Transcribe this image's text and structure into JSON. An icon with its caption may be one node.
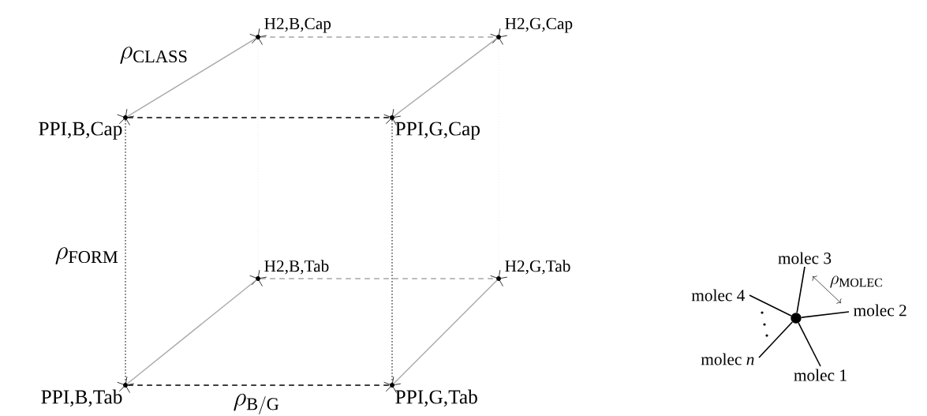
{
  "diagram": {
    "nodes": [
      {
        "text": [
          "H2,B,Cap"
        ]
      },
      {
        "text": [
          "H2,G,Cap"
        ]
      },
      {
        "text": [
          "PPI,B,Cap"
        ]
      },
      {
        "text": [
          "PPI,G,Cap"
        ]
      },
      {
        "text": [
          "H2,B,Tab"
        ]
      },
      {
        "text": [
          "H2,G,Tab"
        ]
      },
      {
        "text": [
          "PPI,B,Tab"
        ]
      },
      {
        "text": [
          "PPI,G,Tab"
        ]
      },
      {
        "text": [
          "molec 3"
        ]
      },
      {
        "text": [
          "molec 4"
        ]
      },
      {
        "text": [
          "molec 2"
        ]
      },
      {
        "text": [],
        "shape": "circle"
      },
      {
        "text": [
          "molec *n*"
        ]
      },
      {
        "text": [
          "molec 1"
        ]
      }
    ],
    "edges": [
      {
        "from": 0,
        "to": 1,
        "arrow": "none",
        "style": "dashed",
        "color": "#555555"
      },
      {
        "from": 2,
        "to": 0,
        "arrow": "none",
        "color": "#aaaaaa",
        "label": "\\rho_{\\mathrm{CLASS}}"
      },
      {
        "from": 3,
        "to": 1,
        "arrow": "none",
        "color": "#aaaaaa"
      },
      {
        "from": 2,
        "to": 3,
        "arrow": "none",
        "style": "dashed"
      },
      {
        "from": 0,
        "to": 4,
        "arrow": "none",
        "style": "dashed",
        "color": "#dddddd"
      },
      {
        "from": 1,
        "to": 5,
        "arrow": "none",
        "style": "dashed",
        "color": "#dddddd"
      },
      {
        "from": 2,
        "to": 6,
        "arrow": "none",
        "style": "dashed",
        "label": "\\rho_{\\mathrm{FORM}}"
      },
      {
        "from": 3,
        "to": 7,
        "arrow": "none",
        "style": "dashed"
      },
      {
        "from": 4,
        "to": 5,
        "arrow": "none",
        "style": "dashed",
        "color": "#555555"
      },
      {
        "from": 6,
        "to": 4,
        "arrow": "none",
        "color": "#aaaaaa"
      },
      {
        "from": 7,
        "to": 5,
        "arrow": "none",
        "color": "#aaaaaa"
      },
      {
        "from": 6,
        "to": 7,
        "arrow": "none",
        "style": "dashed",
        "label": "\\rho_{\\mathrm{B/G}}"
      },
      {
        "from": 11,
        "to": 8,
        "arrow": "none"
      },
      {
        "from": 11,
        "to": 10,
        "arrow": "none"
      },
      {
        "from": 11,
        "to": 9,
        "arrow": "none"
      },
      {
        "from": 11,
        "to": 12,
        "arrow": "none"
      },
      {
        "from": 11,
        "to": 13,
        "arrow": "none"
      }
    ],
    "labels": [
      "\\rho_{\\mathrm{MOLEC}}"
    ]
  }
}
